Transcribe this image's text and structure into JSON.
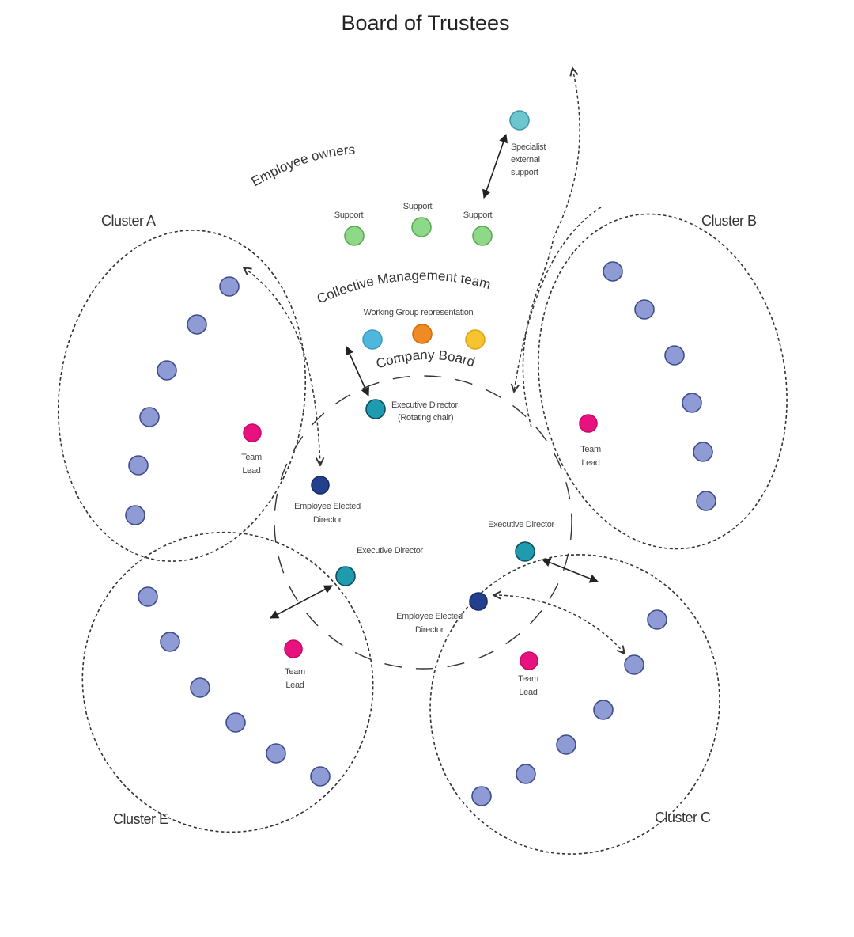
{
  "title": "Board of Trustees",
  "colors": {
    "member": "#8f9bd4",
    "member_stroke": "#3f4d8c",
    "team_lead": "#e8127e",
    "team_lead_stroke": "#c80a6a",
    "support": "#8ed88a",
    "support_stroke": "#5aab56",
    "specialist": "#6cc6d0",
    "specialist_stroke": "#3f9aa5",
    "wg_blue": "#4fb6dc",
    "wg_orange": "#f08a24",
    "wg_yellow": "#f6c431",
    "exec_director": "#1f9bb0",
    "exec_director_stroke": "#0c4f5c",
    "employee_elected": "#23408e",
    "employee_elected_stroke": "#162a66"
  },
  "labels": {
    "employee_owners": "Employee owners",
    "collective_management": "Collective Management team",
    "company_board": "Company Board",
    "working_group": "Working Group representation",
    "specialist_support": [
      "Specialist",
      "external",
      "support"
    ],
    "support": "Support",
    "exec_director_rotating": [
      "Executive Director",
      "(Rotating chair)"
    ],
    "exec_director": "Executive Director",
    "employee_elected_director": [
      "Employee Elected",
      "Director"
    ],
    "team_lead": [
      "Team",
      "Lead"
    ]
  },
  "clusters": [
    {
      "id": "a",
      "label": "Cluster A",
      "members": 6
    },
    {
      "id": "b",
      "label": "Cluster B",
      "members": 6
    },
    {
      "id": "c",
      "label": "Cluster C",
      "members": 6
    },
    {
      "id": "e",
      "label": "Cluster E",
      "members": 6
    }
  ],
  "support_nodes": [
    "Support",
    "Support",
    "Support"
  ],
  "working_group_nodes": [
    "blue",
    "orange",
    "yellow"
  ]
}
